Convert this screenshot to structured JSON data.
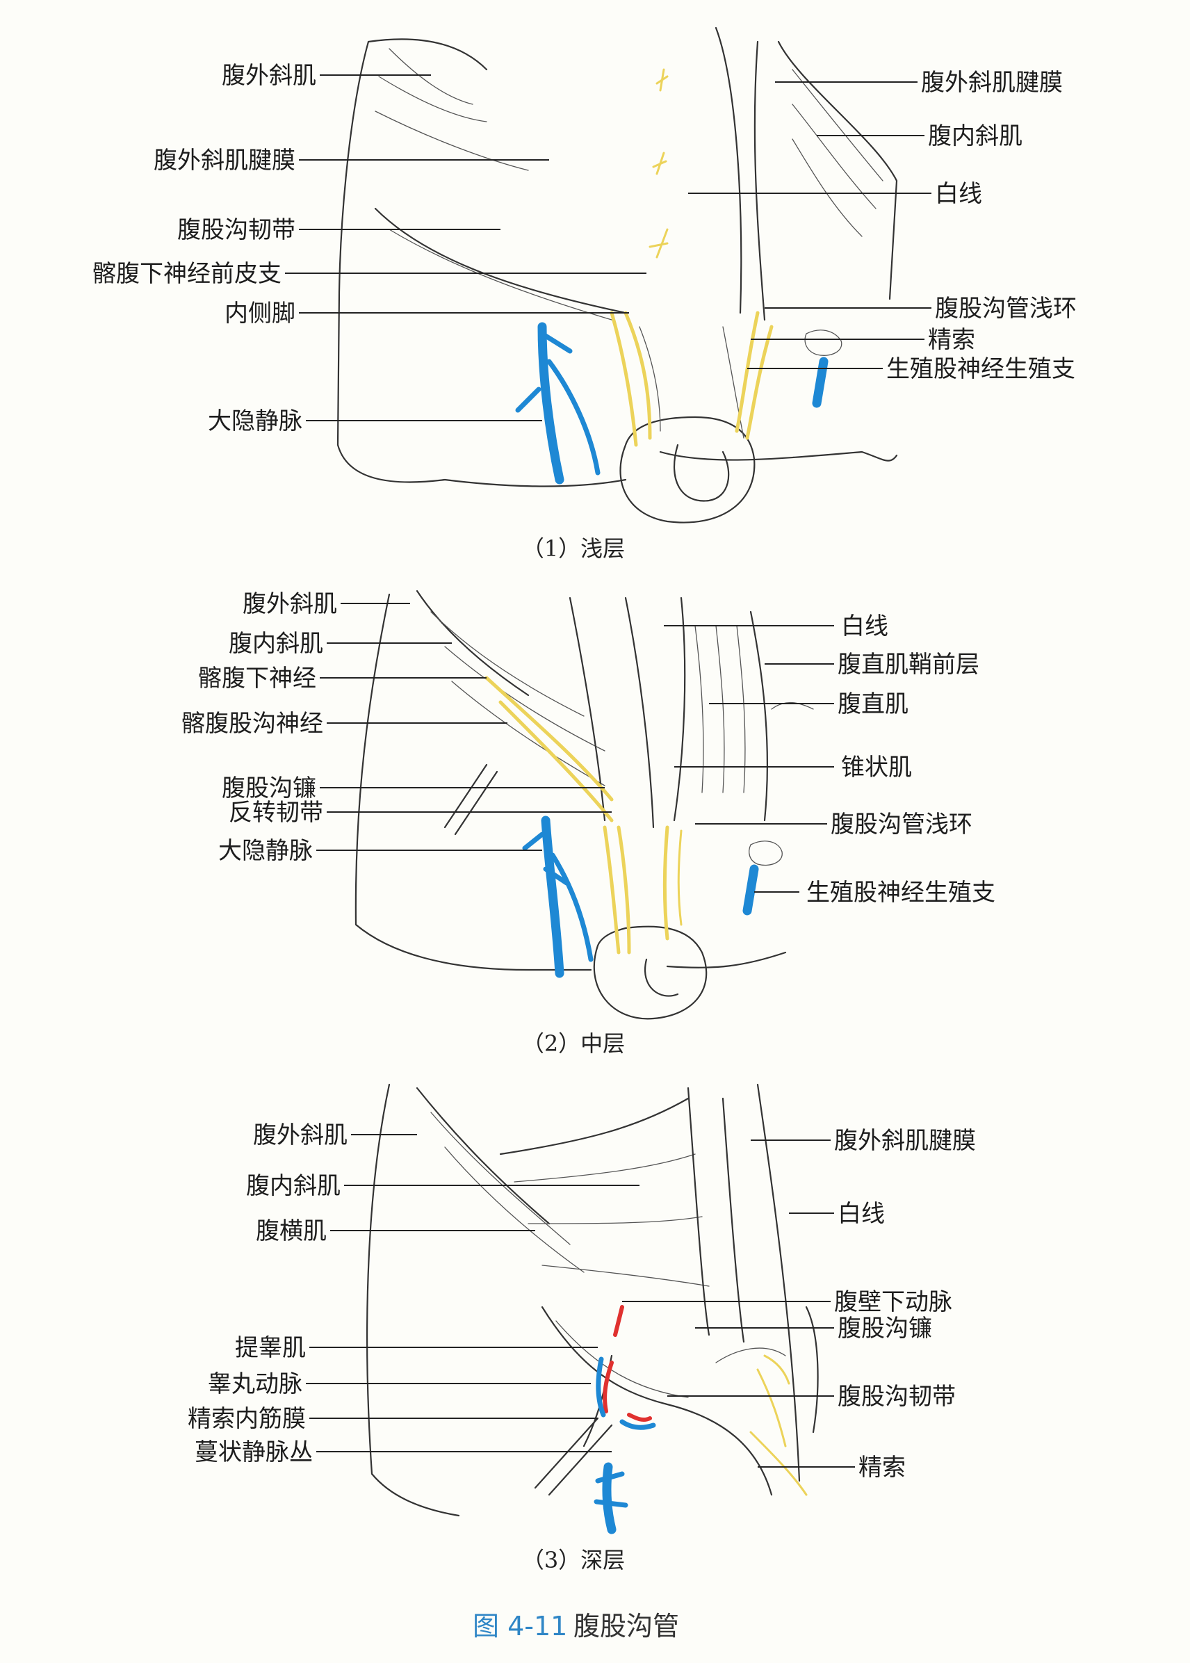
{
  "panels": [
    {
      "caption": "（1）浅层",
      "labels_left": [
        "腹外斜肌",
        "腹外斜肌腱膜",
        "腹股沟韧带",
        "髂腹下神经前皮支",
        "内侧脚",
        "大隐静脉"
      ],
      "labels_right": [
        "腹外斜肌腱膜",
        "腹内斜肌",
        "白线",
        "腹股沟管浅环",
        "精索",
        "生殖股神经生殖支"
      ]
    },
    {
      "caption": "（2）中层",
      "labels_left": [
        "腹外斜肌",
        "腹内斜肌",
        "髂腹下神经",
        "髂腹股沟神经",
        "腹股沟镰",
        "反转韧带",
        "大隐静脉"
      ],
      "labels_right": [
        "白线",
        "腹直肌鞘前层",
        "腹直肌",
        "锥状肌",
        "腹股沟管浅环",
        "生殖股神经生殖支"
      ]
    },
    {
      "caption": "（3）深层",
      "labels_left": [
        "腹外斜肌",
        "腹内斜肌",
        "腹横肌",
        "提睾肌",
        "睾丸动脉",
        "精索内筋膜",
        "蔓状静脉丛"
      ],
      "labels_right": [
        "腹外斜肌腱膜",
        "白线",
        "腹壁下动脉",
        "腹股沟镰",
        "腹股沟韧带",
        "精索"
      ]
    }
  ],
  "figure": {
    "number": "图 4-11",
    "title": "腹股沟管"
  },
  "colors": {
    "nerve": "#ecd35a",
    "vein": "#1e88d4",
    "artery": "#e0312f",
    "figure_caption": "#2f86c6"
  }
}
